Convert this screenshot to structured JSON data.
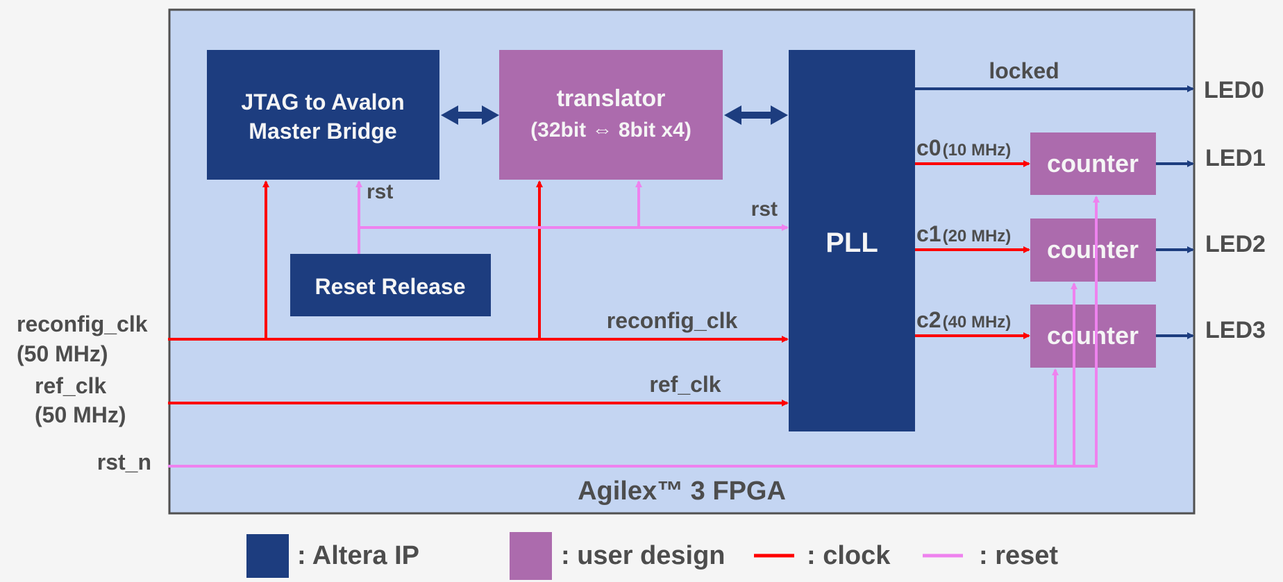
{
  "colors": {
    "background": "#f5f5f5",
    "fpga_fill": "#c4d5f2",
    "fpga_border": "#505050",
    "altera_ip": "#1d3d7f",
    "user_design": "#ac6bad",
    "clock": "#ff0000",
    "reset": "#ee82ee",
    "bus": "#1d3d7f",
    "label": "#4d4d4d",
    "block_text": "#f5f5f5"
  },
  "fpga": {
    "label": "Agilex™ 3 FPGA"
  },
  "blocks": {
    "jtag": {
      "line1": "JTAG to Avalon",
      "line2": "Master Bridge",
      "type": "Altera IP"
    },
    "translator": {
      "line1": "translator",
      "line2": "(32bit ⇔ 8bit x4)",
      "type": "user design"
    },
    "pll": {
      "label": "PLL",
      "type": "Altera IP"
    },
    "reset_release": {
      "label": "Reset Release",
      "type": "Altera IP"
    },
    "counters": [
      {
        "label": "counter",
        "type": "user design"
      },
      {
        "label": "counter",
        "type": "user design"
      },
      {
        "label": "counter",
        "type": "user design"
      }
    ]
  },
  "inputs": {
    "reconfig_clk": {
      "name": "reconfig_clk",
      "freq": "(50 MHz)"
    },
    "ref_clk": {
      "name": "ref_clk",
      "freq": "(50 MHz)"
    },
    "rst_n": {
      "name": "rst_n"
    }
  },
  "signals": {
    "rst_jtag": "rst",
    "rst_pll": "rst",
    "reconfig_clk": "reconfig_clk",
    "ref_clk": "ref_clk",
    "locked": "locked",
    "clocks": [
      {
        "name": "c0",
        "freq": "(10 MHz)"
      },
      {
        "name": "c1",
        "freq": "(20 MHz)"
      },
      {
        "name": "c2",
        "freq": "(40 MHz)"
      }
    ]
  },
  "outputs": [
    "LED0",
    "LED1",
    "LED2",
    "LED3"
  ],
  "legend": {
    "altera_ip": ": Altera IP",
    "user_design": ": user design",
    "clock": ": clock",
    "reset": ": reset"
  }
}
